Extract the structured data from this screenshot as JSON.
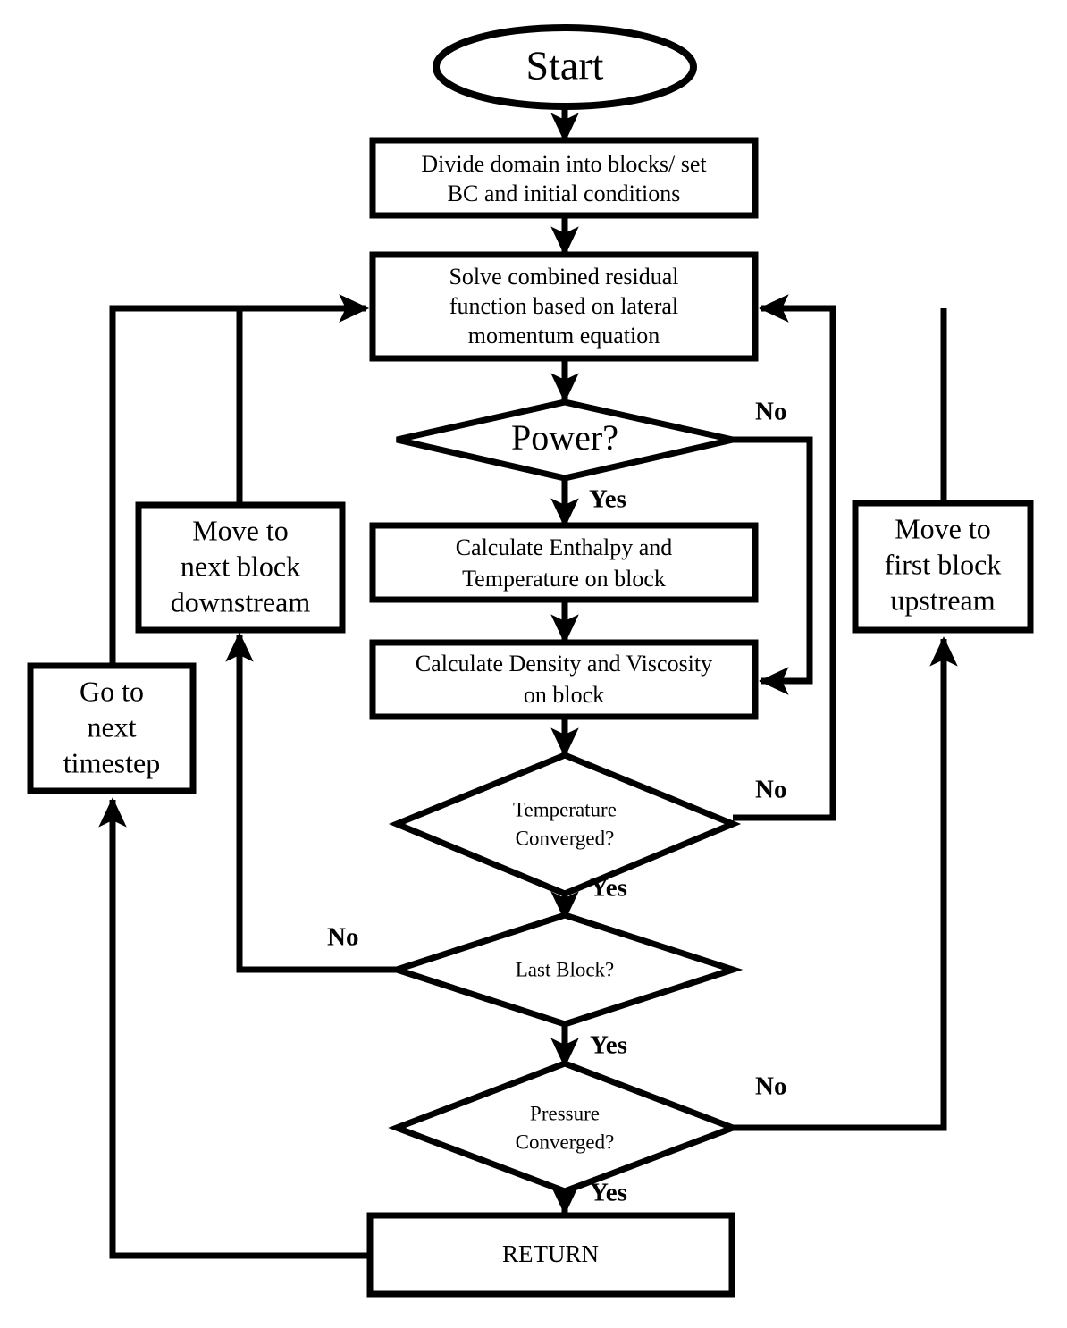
{
  "chart_data": {
    "type": "flowchart",
    "title": "",
    "nodes": [
      {
        "id": "start",
        "shape": "oval",
        "lines": [
          "Start"
        ]
      },
      {
        "id": "divide",
        "shape": "rectangle",
        "lines": [
          "Divide domain into blocks/ set",
          "BC and initial conditions"
        ]
      },
      {
        "id": "solve",
        "shape": "rectangle",
        "lines": [
          "Solve combined residual",
          "function based on lateral",
          "momentum equation"
        ]
      },
      {
        "id": "power",
        "shape": "diamond",
        "lines": [
          "Power?"
        ]
      },
      {
        "id": "enthalpy",
        "shape": "rectangle",
        "lines": [
          "Calculate Enthalpy and",
          "Temperature on block"
        ]
      },
      {
        "id": "density",
        "shape": "rectangle",
        "lines": [
          "Calculate Density and Viscosity",
          "on block"
        ]
      },
      {
        "id": "tempconv",
        "shape": "diamond",
        "lines": [
          "Temperature",
          "Converged?"
        ]
      },
      {
        "id": "lastblock",
        "shape": "diamond",
        "lines": [
          "Last Block?"
        ]
      },
      {
        "id": "pressconv",
        "shape": "diamond",
        "lines": [
          "Pressure",
          "Converged?"
        ]
      },
      {
        "id": "return",
        "shape": "rectangle",
        "lines": [
          "RETURN"
        ]
      },
      {
        "id": "movedown",
        "shape": "rectangle",
        "lines": [
          "Move to",
          "next block",
          "downstream"
        ]
      },
      {
        "id": "moveup",
        "shape": "rectangle",
        "lines": [
          "Move to",
          "first block",
          "upstream"
        ]
      },
      {
        "id": "timestep",
        "shape": "rectangle",
        "lines": [
          "Go to",
          "next",
          "timestep"
        ]
      }
    ],
    "edges": [
      {
        "from": "start",
        "to": "divide",
        "label": ""
      },
      {
        "from": "divide",
        "to": "solve",
        "label": ""
      },
      {
        "from": "solve",
        "to": "power",
        "label": ""
      },
      {
        "from": "power",
        "to": "enthalpy",
        "label": "Yes"
      },
      {
        "from": "power",
        "to": "density",
        "label": "No"
      },
      {
        "from": "enthalpy",
        "to": "density",
        "label": ""
      },
      {
        "from": "density",
        "to": "tempconv",
        "label": ""
      },
      {
        "from": "tempconv",
        "to": "lastblock",
        "label": "Yes"
      },
      {
        "from": "tempconv",
        "to": "moveup",
        "label": "No"
      },
      {
        "from": "lastblock",
        "to": "pressconv",
        "label": "Yes"
      },
      {
        "from": "lastblock",
        "to": "movedown",
        "label": "No"
      },
      {
        "from": "pressconv",
        "to": "return",
        "label": "Yes"
      },
      {
        "from": "pressconv",
        "to": "moveup",
        "label": "No"
      },
      {
        "from": "movedown",
        "to": "solve",
        "label": ""
      },
      {
        "from": "moveup",
        "to": "solve",
        "label": ""
      },
      {
        "from": "return",
        "to": "timestep",
        "label": ""
      },
      {
        "from": "timestep",
        "to": "solve",
        "label": ""
      }
    ],
    "edge_labels": {
      "power_no": "No",
      "power_yes": "Yes",
      "temp_no": "No",
      "temp_yes": "Yes",
      "last_no": "No",
      "last_yes": "Yes",
      "press_no": "No",
      "press_yes": "Yes"
    },
    "colors": {
      "stroke": "#000000",
      "fill": "#ffffff",
      "text": "#000000"
    }
  },
  "text": {
    "start": "Start",
    "divide_l1": "Divide domain into blocks/ set",
    "divide_l2": "BC and initial conditions",
    "solve_l1": "Solve combined residual",
    "solve_l2": "function based on lateral",
    "solve_l3": "momentum equation",
    "power": "Power?",
    "enthalpy_l1": "Calculate Enthalpy and",
    "enthalpy_l2": "Temperature on block",
    "density_l1": "Calculate Density and Viscosity",
    "density_l2": "on block",
    "tempconv_l1": "Temperature",
    "tempconv_l2": "Converged?",
    "lastblock": "Last Block?",
    "pressconv_l1": "Pressure",
    "pressconv_l2": "Converged?",
    "return": "RETURN",
    "movedown_l1": "Move to",
    "movedown_l2": "next block",
    "movedown_l3": "downstream",
    "moveup_l1": "Move to",
    "moveup_l2": "first block",
    "moveup_l3": "upstream",
    "timestep_l1": "Go to",
    "timestep_l2": "next",
    "timestep_l3": "timestep",
    "label_power_no": "No",
    "label_power_yes": "Yes",
    "label_temp_no": "No",
    "label_temp_yes": "Yes",
    "label_last_no": "No",
    "label_last_yes": "Yes",
    "label_press_no": "No",
    "label_press_yes": "Yes"
  }
}
